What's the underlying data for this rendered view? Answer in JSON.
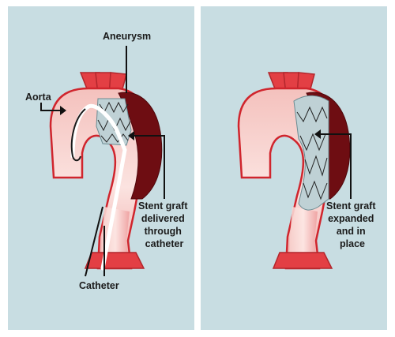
{
  "figure": {
    "panel_background": "#c8dde2",
    "colors": {
      "artery_outer": "#d8303a",
      "artery_light": "#fbe2df",
      "aneurysm": "#6e0d12",
      "stent": "#bfd1d5",
      "wire": "#222222",
      "leader": "#111111"
    },
    "left_panel": {
      "labels": {
        "aneurysm": "Aneurysm",
        "aorta": "Aorta",
        "stent_graft": [
          "Stent graft",
          "delivered",
          "through",
          "catheter"
        ],
        "catheter": "Catheter"
      }
    },
    "right_panel": {
      "labels": {
        "stent_graft": [
          "Stent graft",
          "expanded",
          "and in",
          "place"
        ]
      }
    }
  }
}
